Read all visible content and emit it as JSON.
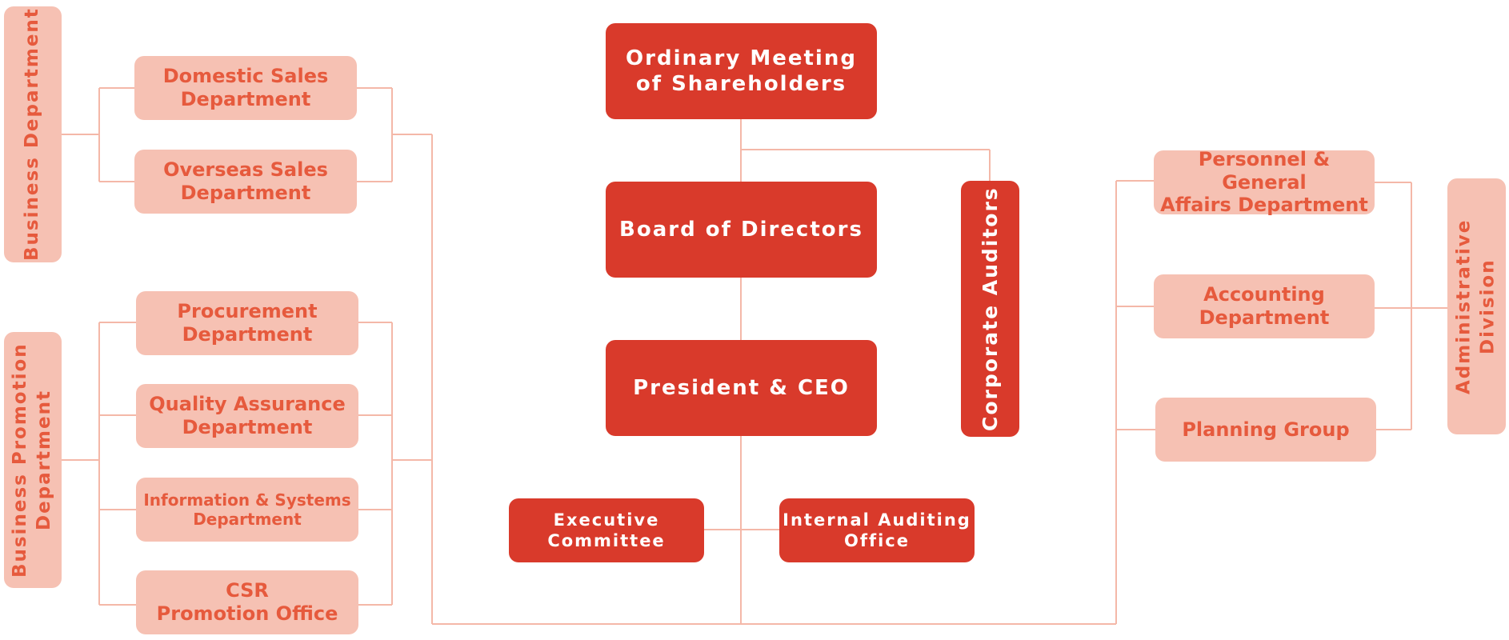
{
  "top": {
    "shareholders": "Ordinary Meeting\nof Shareholders",
    "board": "Board of Directors",
    "president": "President & CEO",
    "auditors": "Corporate Auditors",
    "executive_committee": "Executive\nCommittee",
    "internal_auditing": "Internal Auditing\nOffice"
  },
  "business_department": {
    "label": "Business Department",
    "units": [
      "Domestic Sales\nDepartment",
      "Overseas Sales\nDepartment"
    ]
  },
  "business_promotion": {
    "label": "Business Promotion\nDepartment",
    "units": [
      "Procurement\nDepartment",
      "Quality Assurance\nDepartment",
      "Information & Systems\nDepartment",
      "CSR\nPromotion Office"
    ]
  },
  "administrative": {
    "label": "Administrative\nDivision",
    "units": [
      "Personnel & General\nAffairs Department",
      "Accounting\nDepartment",
      "Planning Group"
    ]
  },
  "colors": {
    "primary": "#d93a2b",
    "secondary": "#f6c1b3",
    "secondary_text": "#e65a3d",
    "connector": "#f4b8a8"
  }
}
